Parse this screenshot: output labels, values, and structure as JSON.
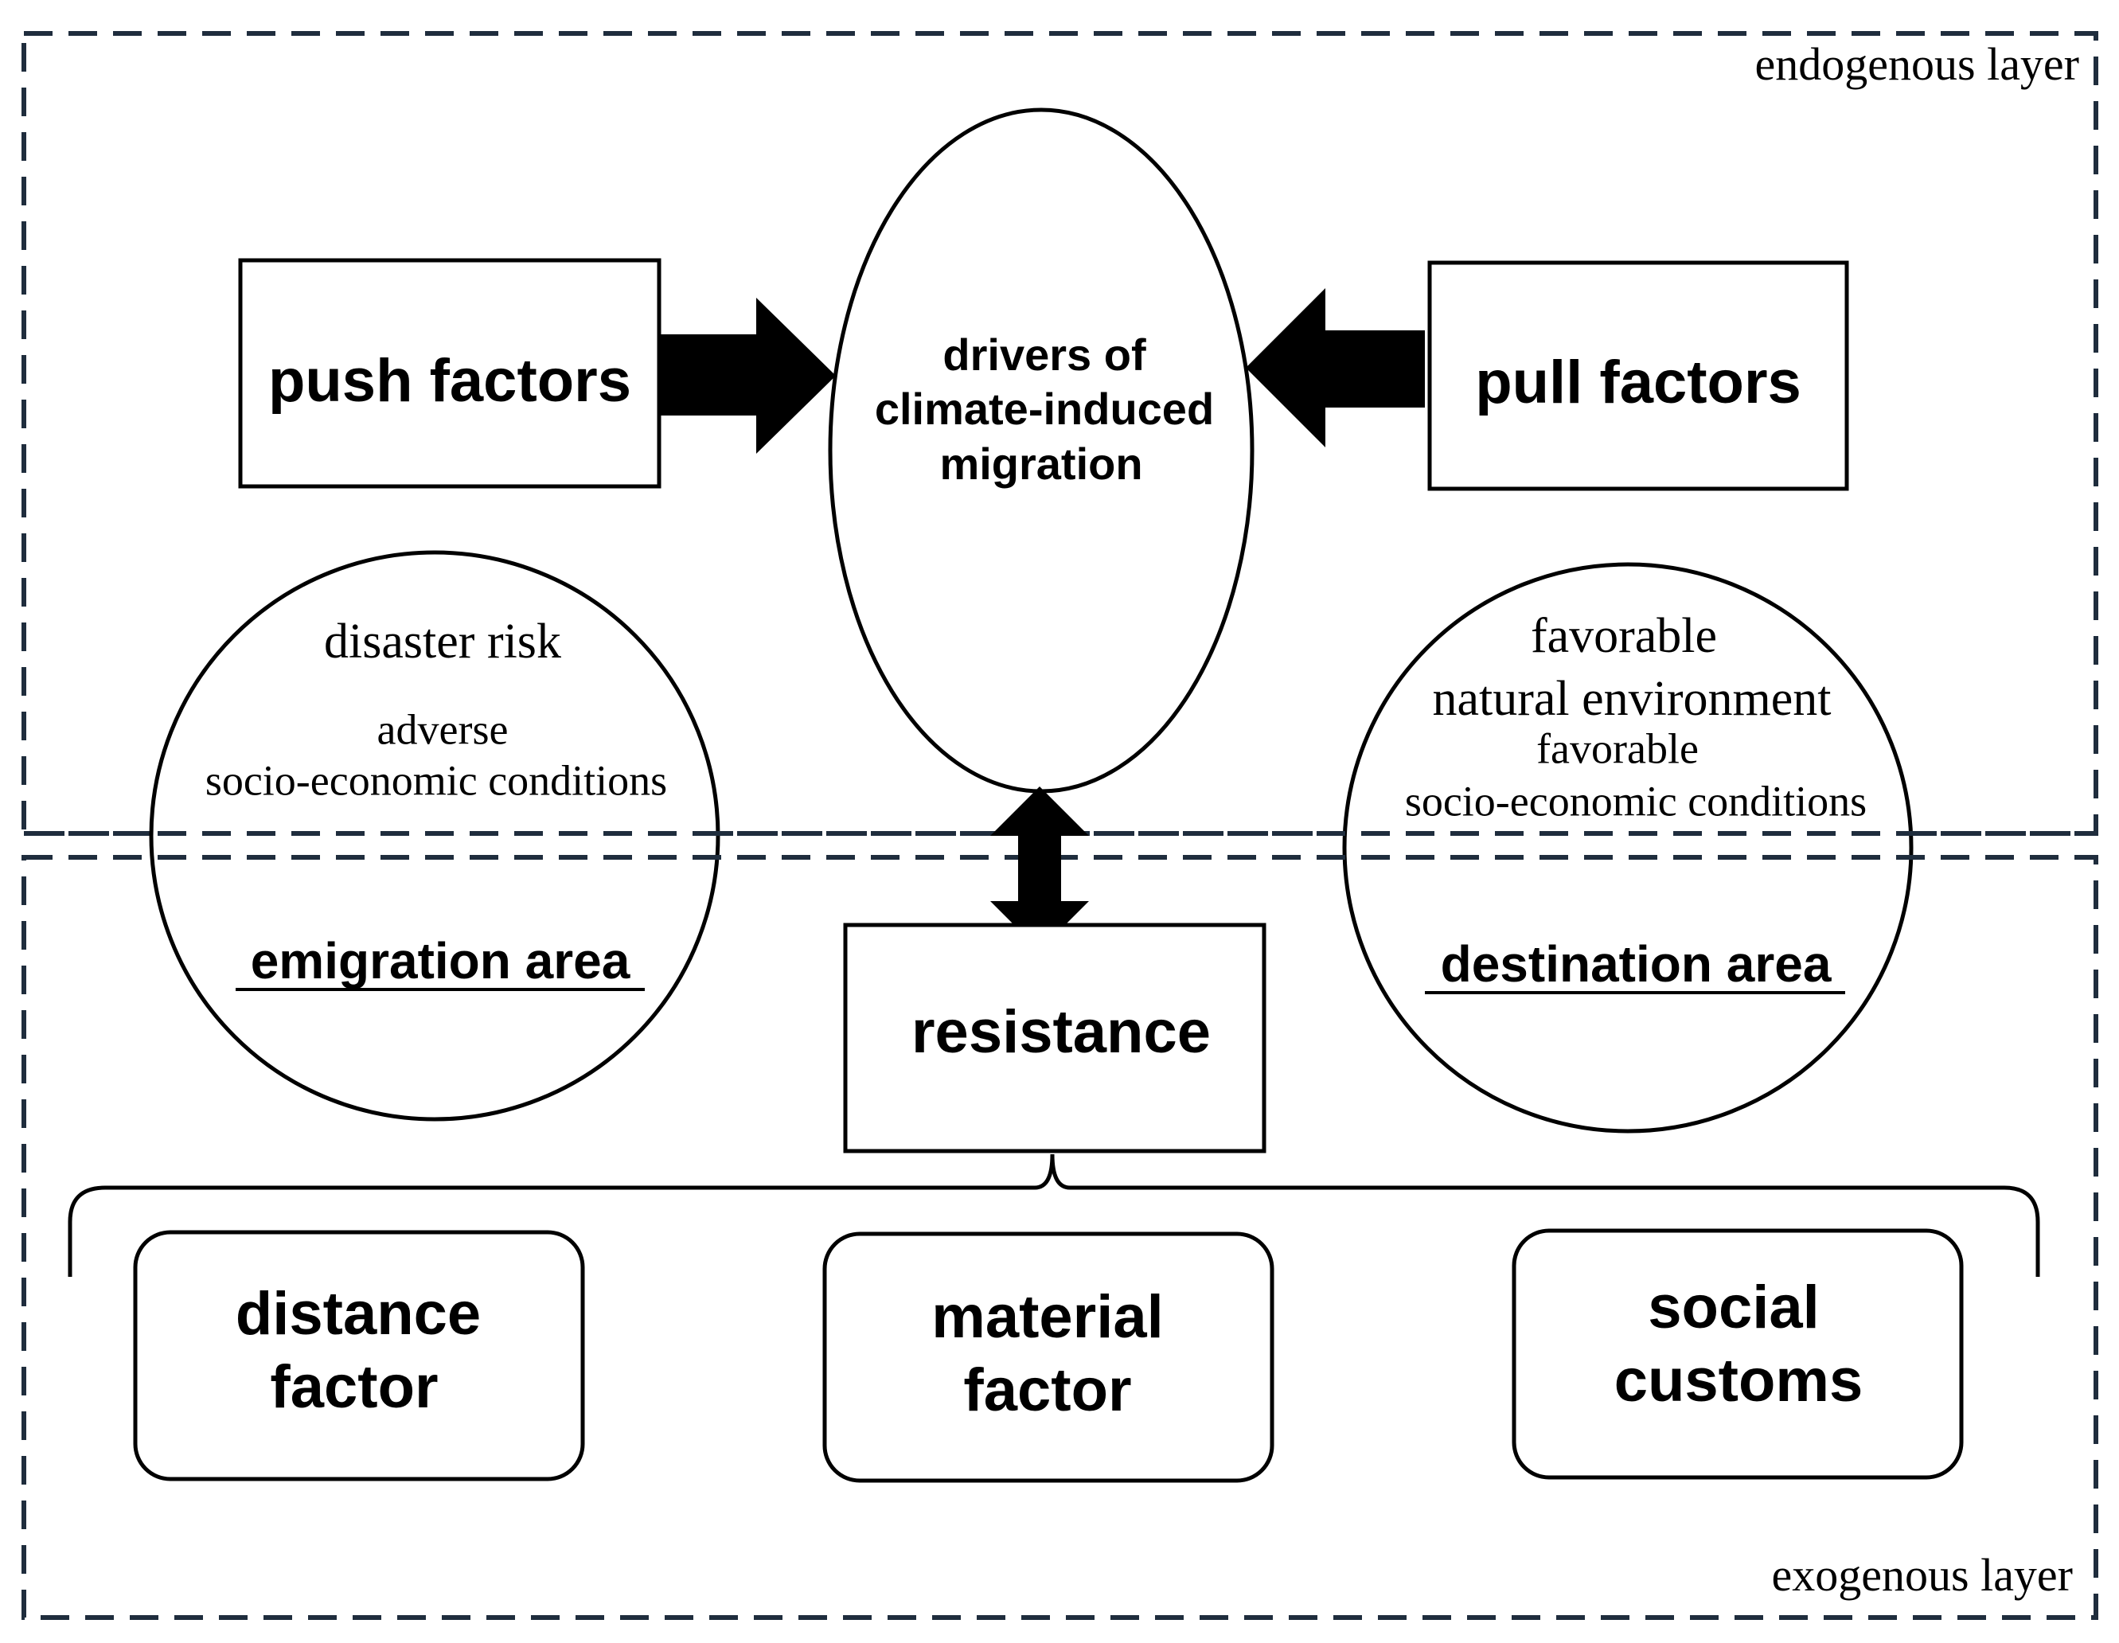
{
  "layers": {
    "endogenous": "endogenous layer",
    "exogenous": "exogenous layer"
  },
  "center": {
    "lines": [
      "drivers of",
      "climate-induced",
      "migration"
    ]
  },
  "push": {
    "label": "push factors"
  },
  "pull": {
    "label": "pull factors"
  },
  "emigration": {
    "line1": "disaster risk",
    "line2": "adverse",
    "line3": "socio-economic conditions",
    "title": "emigration area"
  },
  "destination": {
    "line1": "favorable",
    "line2": "natural environment",
    "line3": "favorable",
    "line4": "socio-economic conditions",
    "title": "destination area"
  },
  "resistance": {
    "label": "resistance"
  },
  "factors": {
    "distance": [
      "distance",
      "factor"
    ],
    "material": [
      "material",
      "factor"
    ],
    "social": [
      "social",
      "customs"
    ]
  },
  "colors": {
    "line": "#000000",
    "dash": "#1f2d3d"
  }
}
